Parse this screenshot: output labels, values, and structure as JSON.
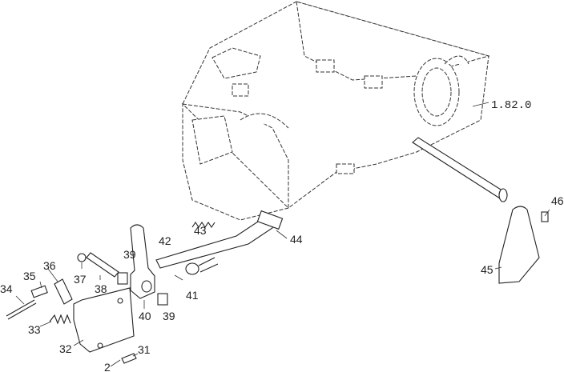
{
  "diagram": {
    "title": "Exploded parts view",
    "labels": {
      "housing": "1.82.0",
      "p46": "46",
      "p45": "45",
      "p44": "44",
      "p43": "43",
      "p42": "42",
      "p41": "41",
      "p40": "40",
      "p39a": "39",
      "p39b": "39",
      "p38": "38",
      "p37": "37",
      "p36": "36",
      "p35": "35",
      "p34": "34",
      "p33": "33",
      "p32": "32",
      "p31": "31",
      "p2": "2"
    }
  }
}
